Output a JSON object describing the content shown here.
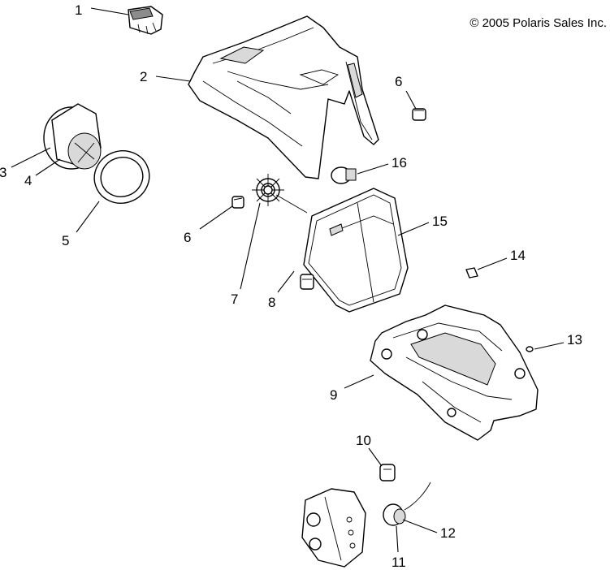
{
  "copyright": "© 2005 Polaris Sales Inc.",
  "callouts": [
    {
      "id": "c1",
      "label": "1"
    },
    {
      "id": "c2",
      "label": "2"
    },
    {
      "id": "c3",
      "label": "3"
    },
    {
      "id": "c4",
      "label": "4"
    },
    {
      "id": "c5",
      "label": "5"
    },
    {
      "id": "c6a",
      "label": "6"
    },
    {
      "id": "c6b",
      "label": "6"
    },
    {
      "id": "c7",
      "label": "7"
    },
    {
      "id": "c8",
      "label": "8"
    },
    {
      "id": "c9",
      "label": "9"
    },
    {
      "id": "c10",
      "label": "10"
    },
    {
      "id": "c11",
      "label": "11"
    },
    {
      "id": "c12",
      "label": "12"
    },
    {
      "id": "c13",
      "label": "13"
    },
    {
      "id": "c14",
      "label": "14"
    },
    {
      "id": "c15",
      "label": "15"
    },
    {
      "id": "c16",
      "label": "16"
    }
  ]
}
